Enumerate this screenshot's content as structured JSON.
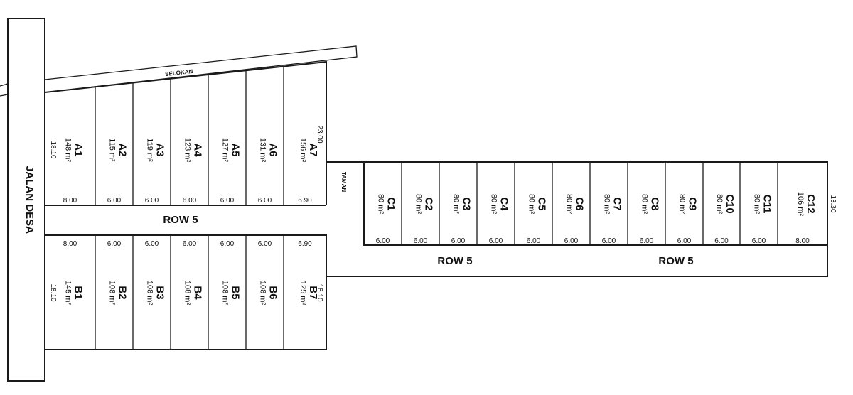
{
  "road": {
    "label": "JALAN DESA"
  },
  "drain": {
    "label": "SELOKAN"
  },
  "park": {
    "label": "TAMAN"
  },
  "rows": [
    "ROW 5",
    "ROW 5",
    "ROW 5"
  ],
  "block_a": {
    "depth": "18.10",
    "side": "23.00",
    "lots": [
      {
        "name": "A1",
        "area": "148 m²",
        "width": "8.00"
      },
      {
        "name": "A2",
        "area": "115 m²",
        "width": "6.00"
      },
      {
        "name": "A3",
        "area": "119 m²",
        "width": "6.00"
      },
      {
        "name": "A4",
        "area": "123 m²",
        "width": "6.00"
      },
      {
        "name": "A5",
        "area": "127 m²",
        "width": "6.00"
      },
      {
        "name": "A6",
        "area": "131 m²",
        "width": "6.00"
      },
      {
        "name": "A7",
        "area": "156 m²",
        "width": "6.90"
      }
    ]
  },
  "block_b": {
    "depth": "18.10",
    "side": "18.10",
    "lots": [
      {
        "name": "B1",
        "area": "145 m²",
        "width": "8.00"
      },
      {
        "name": "B2",
        "area": "108 m²",
        "width": "6.00"
      },
      {
        "name": "B3",
        "area": "108 m²",
        "width": "6.00"
      },
      {
        "name": "B4",
        "area": "108 m²",
        "width": "6.00"
      },
      {
        "name": "B5",
        "area": "108 m²",
        "width": "6.00"
      },
      {
        "name": "B6",
        "area": "108 m²",
        "width": "6.00"
      },
      {
        "name": "B7",
        "area": "125 m²",
        "width": "6.90"
      }
    ]
  },
  "block_c": {
    "side": "13.30",
    "lots": [
      {
        "name": "C1",
        "area": "80 m²",
        "width": "6.00"
      },
      {
        "name": "C2",
        "area": "80 m²",
        "width": "6.00"
      },
      {
        "name": "C3",
        "area": "80 m²",
        "width": "6.00"
      },
      {
        "name": "C4",
        "area": "80 m²",
        "width": "6.00"
      },
      {
        "name": "C5",
        "area": "80 m²",
        "width": "6.00"
      },
      {
        "name": "C6",
        "area": "80 m²",
        "width": "6.00"
      },
      {
        "name": "C7",
        "area": "80 m²",
        "width": "6.00"
      },
      {
        "name": "C8",
        "area": "80 m²",
        "width": "6.00"
      },
      {
        "name": "C9",
        "area": "80 m²",
        "width": "6.00"
      },
      {
        "name": "C10",
        "area": "80 m²",
        "width": "6.00"
      },
      {
        "name": "C11",
        "area": "80 m²",
        "width": "6.00"
      },
      {
        "name": "C12",
        "area": "106 m²",
        "width": "8.00"
      }
    ]
  }
}
